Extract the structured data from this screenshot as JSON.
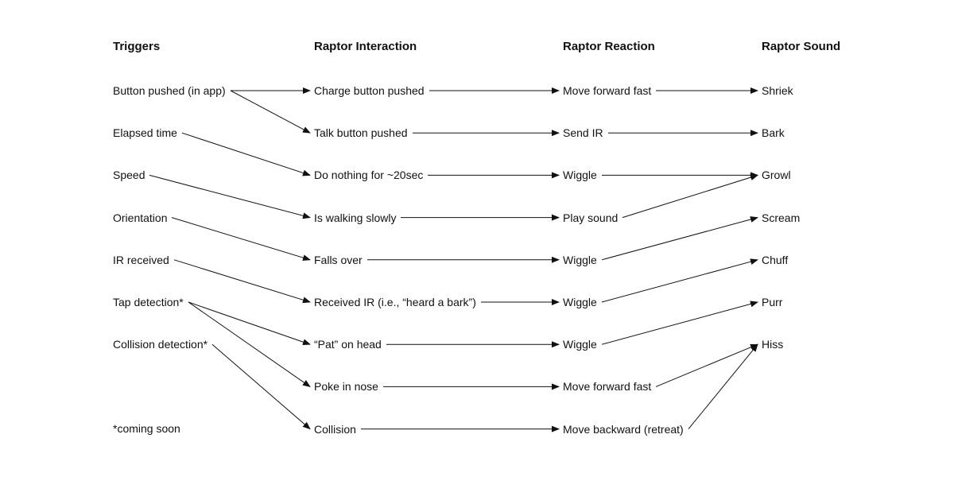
{
  "headers": {
    "triggers": "Triggers",
    "interaction": "Raptor Interaction",
    "reaction": "Raptor Reaction",
    "sound": "Raptor Sound"
  },
  "triggers": [
    "Button pushed (in app)",
    "Elapsed time",
    "Speed",
    "Orientation",
    "IR received",
    "Tap detection*",
    "Collision detection*"
  ],
  "interactions": [
    "Charge button pushed",
    "Talk button pushed",
    "Do nothing for ~20sec",
    "Is walking slowly",
    "Falls over",
    "Received IR (i.e., “heard a bark”)",
    "“Pat” on head",
    "Poke in nose",
    "Collision"
  ],
  "reactions": [
    "Move forward fast",
    "Send IR",
    "Wiggle",
    "Play sound",
    "Wiggle",
    "Wiggle",
    "Wiggle",
    "Move forward fast",
    "Move backward (retreat)"
  ],
  "sounds": [
    "Shriek",
    "Bark",
    "Growl",
    "Scream",
    "Chuff",
    "Purr",
    "Hiss"
  ],
  "footnote": "*coming soon",
  "edges": [
    {
      "from": "trigger",
      "fi": 0,
      "to": "interaction",
      "ti": 0
    },
    {
      "from": "trigger",
      "fi": 0,
      "to": "interaction",
      "ti": 1
    },
    {
      "from": "trigger",
      "fi": 1,
      "to": "interaction",
      "ti": 2
    },
    {
      "from": "trigger",
      "fi": 2,
      "to": "interaction",
      "ti": 3
    },
    {
      "from": "trigger",
      "fi": 3,
      "to": "interaction",
      "ti": 4
    },
    {
      "from": "trigger",
      "fi": 4,
      "to": "interaction",
      "ti": 5
    },
    {
      "from": "trigger",
      "fi": 5,
      "to": "interaction",
      "ti": 6
    },
    {
      "from": "trigger",
      "fi": 5,
      "to": "interaction",
      "ti": 7
    },
    {
      "from": "trigger",
      "fi": 6,
      "to": "interaction",
      "ti": 8
    },
    {
      "from": "interaction",
      "fi": 0,
      "to": "reaction",
      "ti": 0
    },
    {
      "from": "interaction",
      "fi": 1,
      "to": "reaction",
      "ti": 1
    },
    {
      "from": "interaction",
      "fi": 2,
      "to": "reaction",
      "ti": 2
    },
    {
      "from": "interaction",
      "fi": 3,
      "to": "reaction",
      "ti": 3
    },
    {
      "from": "interaction",
      "fi": 4,
      "to": "reaction",
      "ti": 4
    },
    {
      "from": "interaction",
      "fi": 5,
      "to": "reaction",
      "ti": 5
    },
    {
      "from": "interaction",
      "fi": 6,
      "to": "reaction",
      "ti": 6
    },
    {
      "from": "interaction",
      "fi": 7,
      "to": "reaction",
      "ti": 7
    },
    {
      "from": "interaction",
      "fi": 8,
      "to": "reaction",
      "ti": 8
    },
    {
      "from": "reaction",
      "fi": 0,
      "to": "sound",
      "ti": 0
    },
    {
      "from": "reaction",
      "fi": 1,
      "to": "sound",
      "ti": 1
    },
    {
      "from": "reaction",
      "fi": 2,
      "to": "sound",
      "ti": 2
    },
    {
      "from": "reaction",
      "fi": 3,
      "to": "sound",
      "ti": 2
    },
    {
      "from": "reaction",
      "fi": 4,
      "to": "sound",
      "ti": 3
    },
    {
      "from": "reaction",
      "fi": 5,
      "to": "sound",
      "ti": 4
    },
    {
      "from": "reaction",
      "fi": 6,
      "to": "sound",
      "ti": 5
    },
    {
      "from": "reaction",
      "fi": 7,
      "to": "sound",
      "ti": 6
    },
    {
      "from": "reaction",
      "fi": 8,
      "to": "sound",
      "ti": 6
    }
  ]
}
